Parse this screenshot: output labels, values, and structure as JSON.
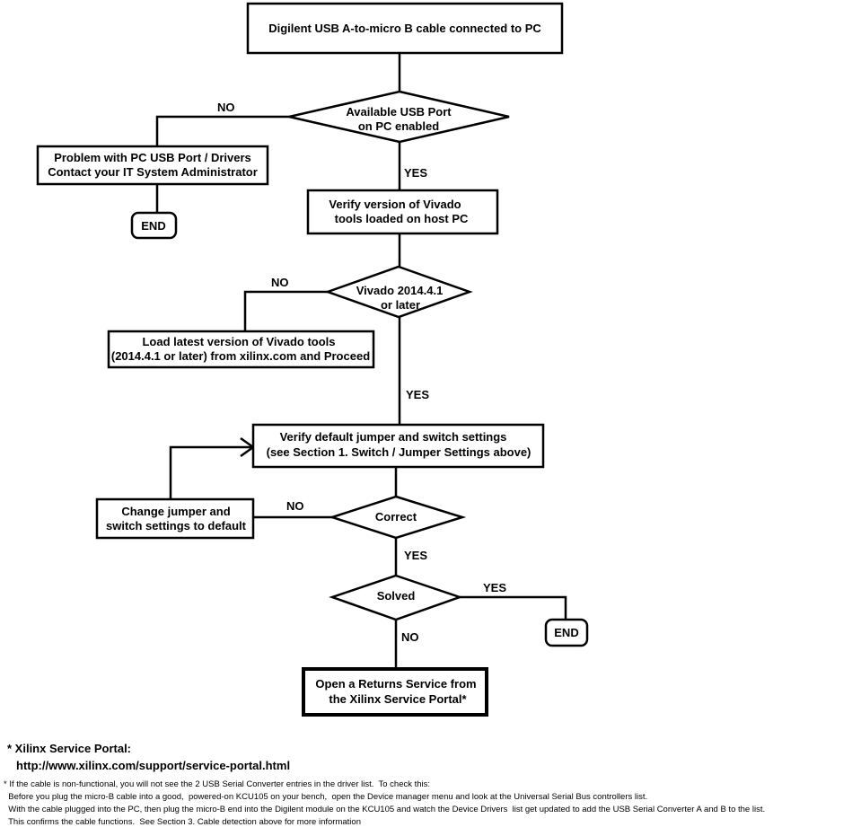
{
  "nodes": {
    "start": {
      "lines": [
        "Digilent USB A-to-micro B cable connected to PC"
      ]
    },
    "usb_port": {
      "lines": [
        "Available USB Port",
        "on PC enabled"
      ]
    },
    "pc_problem": {
      "lines": [
        "Problem with PC USB Port / Drivers",
        "Contact your IT System Administrator"
      ]
    },
    "end1": {
      "lines": [
        "END"
      ]
    },
    "verify_vivado": {
      "lines": [
        "Verify version of  Vivado",
        "tools loaded on host PC"
      ]
    },
    "vivado_version": {
      "lines": [
        "Vivado 2014.4.1",
        "or later"
      ]
    },
    "load_vivado": {
      "lines": [
        "Load latest version of Vivado tools",
        "(2014.4.1 or later) from xilinx.com and Proceed"
      ]
    },
    "verify_jumper": {
      "lines": [
        "Verify default jumper and switch settings",
        "(see Section 1. Switch / Jumper Settings above)"
      ]
    },
    "change_jumper": {
      "lines": [
        "Change jumper and",
        "switch settings to default"
      ]
    },
    "correct": {
      "lines": [
        "Correct"
      ]
    },
    "solved": {
      "lines": [
        "Solved"
      ]
    },
    "end2": {
      "lines": [
        "END"
      ]
    },
    "returns": {
      "lines": [
        "Open a Returns Service from",
        "the Xilinx Service Portal*"
      ]
    }
  },
  "edge_labels": {
    "usb_no": "NO",
    "usb_yes": "YES",
    "vivado_no": "NO",
    "vivado_yes": "YES",
    "correct_no": "NO",
    "correct_yes": "YES",
    "solved_yes": "YES",
    "solved_no": "NO"
  },
  "footnote": {
    "title": "* Xilinx Service Portal:",
    "url": "http://www.xilinx.com/support/service-portal.html",
    "lines": [
      "* If the cable is non-functional, you will not see the 2 USB Serial Converter entries in the driver list.  To check this:",
      "  Before you plug the micro-B cable into a good,  powered-on KCU105 on your bench,  open the Device manager menu and look at the Universal Serial Bus controllers list.",
      "  With the cable plugged into the PC, then plug the micro-B end into the Digilent module on the KCU105 and watch the Device Drivers  list get updated to add the USB Serial Converter A and B to the list.",
      "  This confirms the cable functions.  See Section 3. Cable detection above for more information"
    ]
  }
}
